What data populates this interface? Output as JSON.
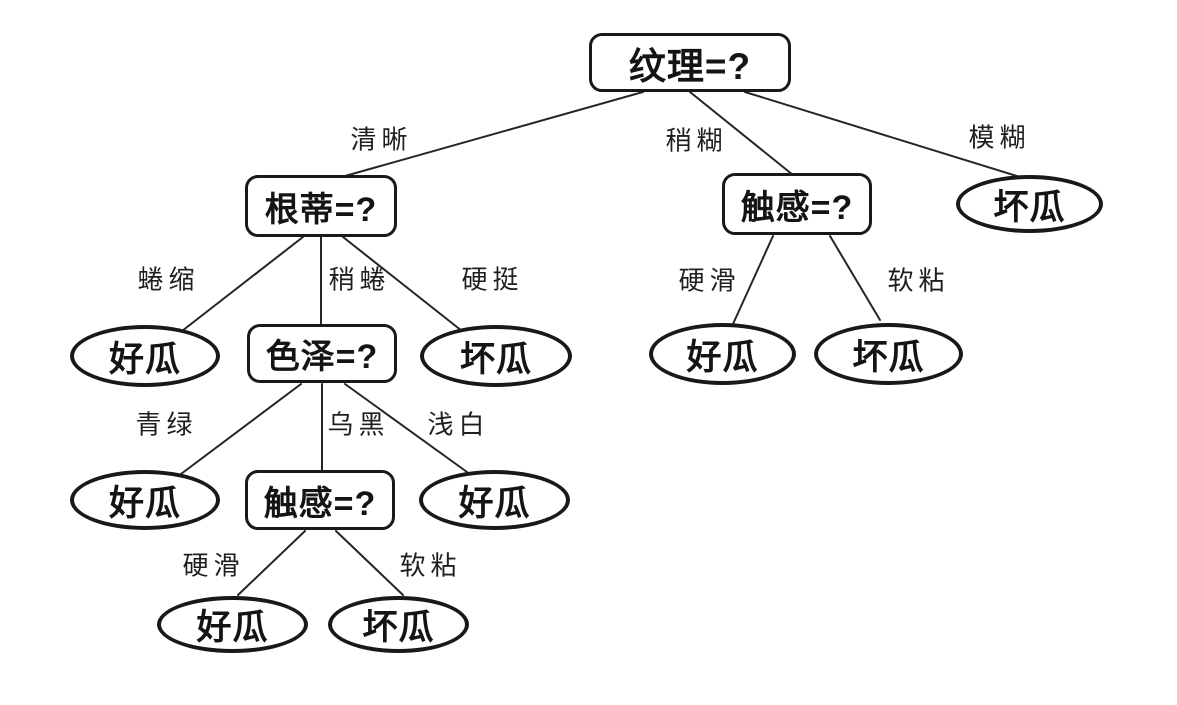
{
  "diagram": {
    "type": "decision-tree",
    "background_color": "#ffffff",
    "stroke_color": "#191919",
    "text_color": "#141414"
  },
  "tree": {
    "nodes": [
      {
        "id": "texture",
        "label": "纹理=?",
        "type": "decision"
      },
      {
        "id": "stem",
        "label": "根蒂=?",
        "type": "decision"
      },
      {
        "id": "touch-mid",
        "label": "触感=?",
        "type": "decision"
      },
      {
        "id": "bad-blurry",
        "label": "坏瓜",
        "type": "leaf"
      },
      {
        "id": "good-curled",
        "label": "好瓜",
        "type": "leaf"
      },
      {
        "id": "color",
        "label": "色泽=?",
        "type": "decision"
      },
      {
        "id": "bad-stiff",
        "label": "坏瓜",
        "type": "leaf"
      },
      {
        "id": "good-hardsmooth-mid",
        "label": "好瓜",
        "type": "leaf"
      },
      {
        "id": "bad-softsticky-mid",
        "label": "坏瓜",
        "type": "leaf"
      },
      {
        "id": "good-green",
        "label": "好瓜",
        "type": "leaf"
      },
      {
        "id": "touch-left",
        "label": "触感=?",
        "type": "decision"
      },
      {
        "id": "good-lightwhite",
        "label": "好瓜",
        "type": "leaf"
      },
      {
        "id": "good-hardsmooth-left",
        "label": "好瓜",
        "type": "leaf"
      },
      {
        "id": "bad-softsticky-left",
        "label": "坏瓜",
        "type": "leaf"
      }
    ],
    "edges": [
      {
        "from": "texture",
        "to": "stem",
        "label": "清晰"
      },
      {
        "from": "texture",
        "to": "touch-mid",
        "label": "稍糊"
      },
      {
        "from": "texture",
        "to": "bad-blurry",
        "label": "模糊"
      },
      {
        "from": "stem",
        "to": "good-curled",
        "label": "蜷缩"
      },
      {
        "from": "stem",
        "to": "color",
        "label": "稍蜷"
      },
      {
        "from": "stem",
        "to": "bad-stiff",
        "label": "硬挺"
      },
      {
        "from": "touch-mid",
        "to": "good-hardsmooth-mid",
        "label": "硬滑"
      },
      {
        "from": "touch-mid",
        "to": "bad-softsticky-mid",
        "label": "软粘"
      },
      {
        "from": "color",
        "to": "good-green",
        "label": "青绿"
      },
      {
        "from": "color",
        "to": "touch-left",
        "label": "乌黑"
      },
      {
        "from": "color",
        "to": "good-lightwhite",
        "label": "浅白"
      },
      {
        "from": "touch-left",
        "to": "good-hardsmooth-left",
        "label": "硬滑"
      },
      {
        "from": "touch-left",
        "to": "bad-softsticky-left",
        "label": "软粘"
      }
    ]
  }
}
